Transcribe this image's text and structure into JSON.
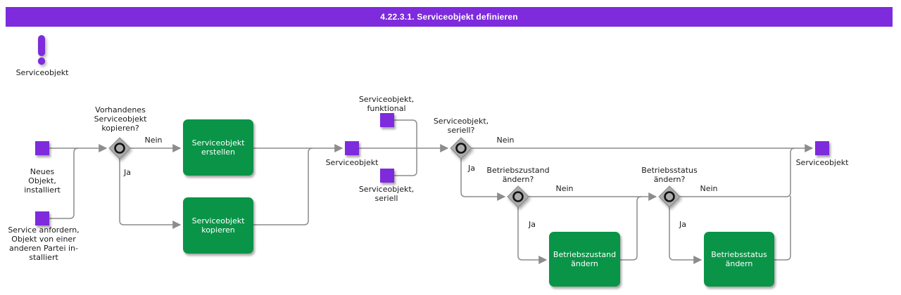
{
  "title": "4.22.3.1. Serviceobjekt definieren",
  "colors": {
    "purple": "#7D2BDC",
    "green": "#0A9447",
    "line": "#8C8C8C",
    "diamond": "#ACACAC",
    "text": "#1A1A1A"
  },
  "legend": {
    "label": "Serviceobjekt"
  },
  "events": {
    "start_new": {
      "label": "Neues\nObjekt,\ninstalliert"
    },
    "start_request": {
      "label": "Service anfordern,\nObjekt von einer\nanderen Partei in-\nstalliert"
    },
    "serviceobjekt_mid": {
      "label": "Serviceobjekt"
    },
    "funktional": {
      "label": "Serviceobjekt,\nfunktional"
    },
    "seriell": {
      "label": "Serviceobjekt,\nseriell"
    },
    "end": {
      "label": "Serviceobjekt"
    }
  },
  "gateways": {
    "kopieren": {
      "question": "Vorhandenes\nServiceobjekt\nkopieren?",
      "yes": "Ja",
      "no": "Nein"
    },
    "seriell": {
      "question": "Serviceobjekt,\nseriell?",
      "yes": "Ja",
      "no": "Nein"
    },
    "betriebszustand": {
      "question": "Betriebszustand\nändern?",
      "yes": "Ja",
      "no": "Nein"
    },
    "betriebsstatus": {
      "question": "Betriebsstatus\nändern?",
      "yes": "Ja",
      "no": "Nein"
    }
  },
  "tasks": {
    "erstellen": {
      "label": "Serviceobjekt\nerstellen"
    },
    "kopieren": {
      "label": "Serviceobjekt\nkopieren"
    },
    "zustand": {
      "label": "Betriebszustand\nändern"
    },
    "status": {
      "label": "Betriebsstatus\nändern"
    }
  }
}
